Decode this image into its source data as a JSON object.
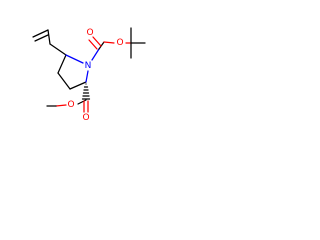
{
  "molecule": {
    "atoms": {
      "n1": {
        "label": "N",
        "color": "#0000ff"
      },
      "o_boc_ester": {
        "label": "O",
        "color": "#ff0000"
      },
      "o_boc_carbonyl": {
        "label": "O",
        "color": "#ff0000"
      },
      "o_ester_carbonyl": {
        "label": "O",
        "color": "#ff0000"
      },
      "o_ester_methoxy": {
        "label": "O",
        "color": "#ff0000"
      }
    }
  }
}
